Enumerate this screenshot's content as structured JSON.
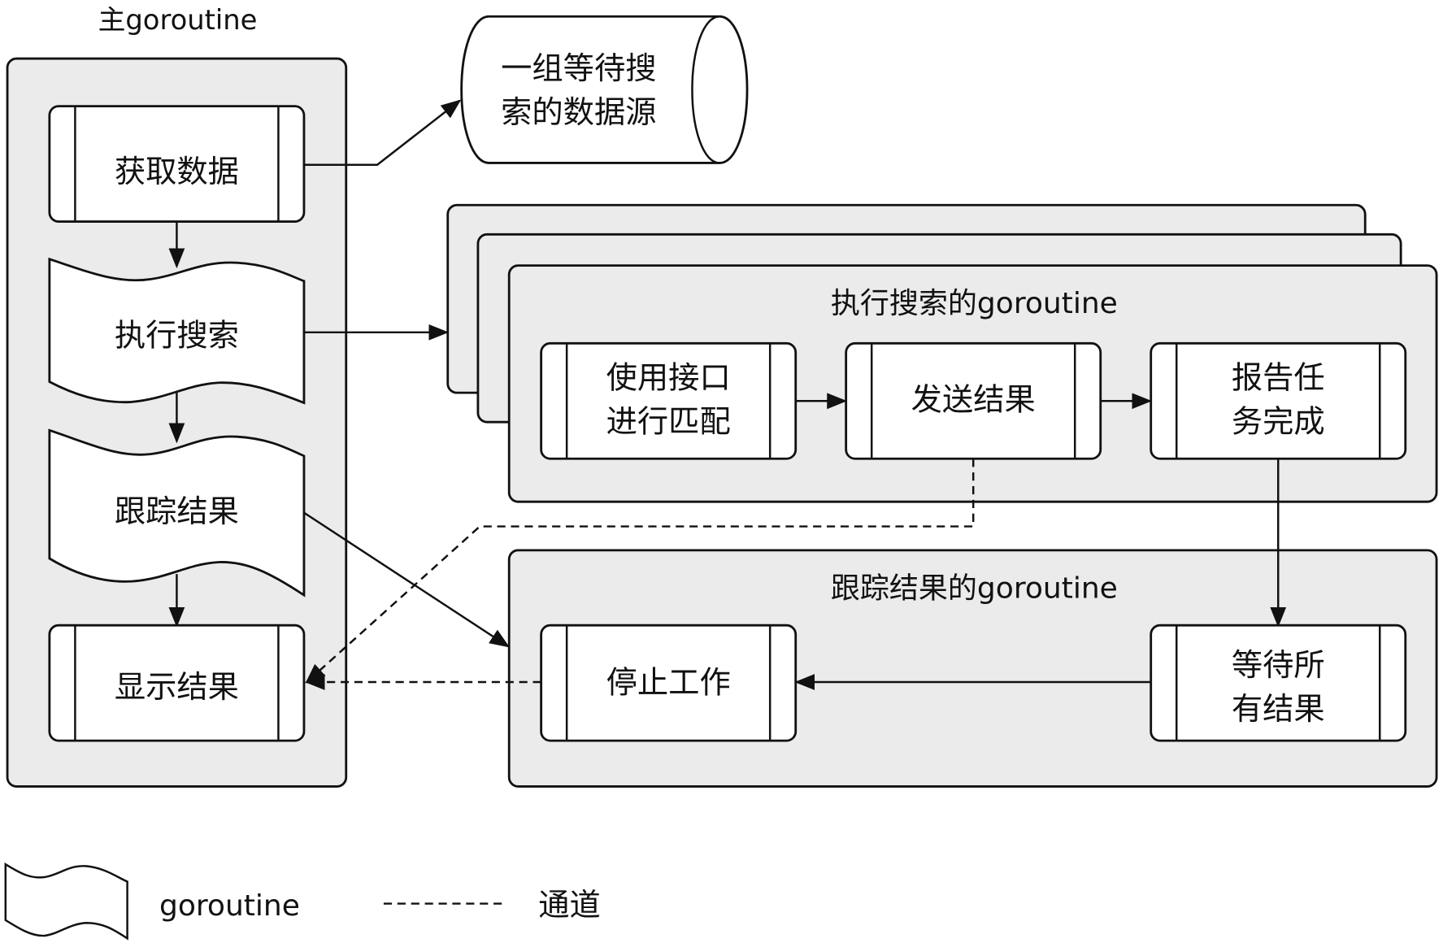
{
  "main_goroutine": {
    "title": "主goroutine",
    "steps": [
      {
        "id": "fetch",
        "label": "获取数据",
        "shape": "process"
      },
      {
        "id": "search",
        "label": "执行搜索",
        "shape": "goroutine"
      },
      {
        "id": "track",
        "label": "跟踪结果",
        "shape": "goroutine"
      },
      {
        "id": "display",
        "label": "显示结果",
        "shape": "process"
      }
    ]
  },
  "data_source": {
    "lines": [
      "一组等待搜",
      "索的数据源"
    ]
  },
  "search_goroutine": {
    "title": "执行搜索的goroutine",
    "steps": [
      {
        "id": "match",
        "lines": [
          "使用接口",
          "进行匹配"
        ]
      },
      {
        "id": "send",
        "lines": [
          "发送结果"
        ]
      },
      {
        "id": "report",
        "lines": [
          "报告任",
          "务完成"
        ]
      }
    ]
  },
  "track_goroutine": {
    "title": "跟踪结果的goroutine",
    "steps": [
      {
        "id": "stop",
        "lines": [
          "停止工作"
        ]
      },
      {
        "id": "wait",
        "lines": [
          "等待所",
          "有结果"
        ]
      }
    ]
  },
  "legend": {
    "goroutine_label": "goroutine",
    "channel_label": "通道"
  },
  "colors": {
    "group_fill": "#ebebeb",
    "box_fill": "#ffffff",
    "stroke": "#111111"
  }
}
